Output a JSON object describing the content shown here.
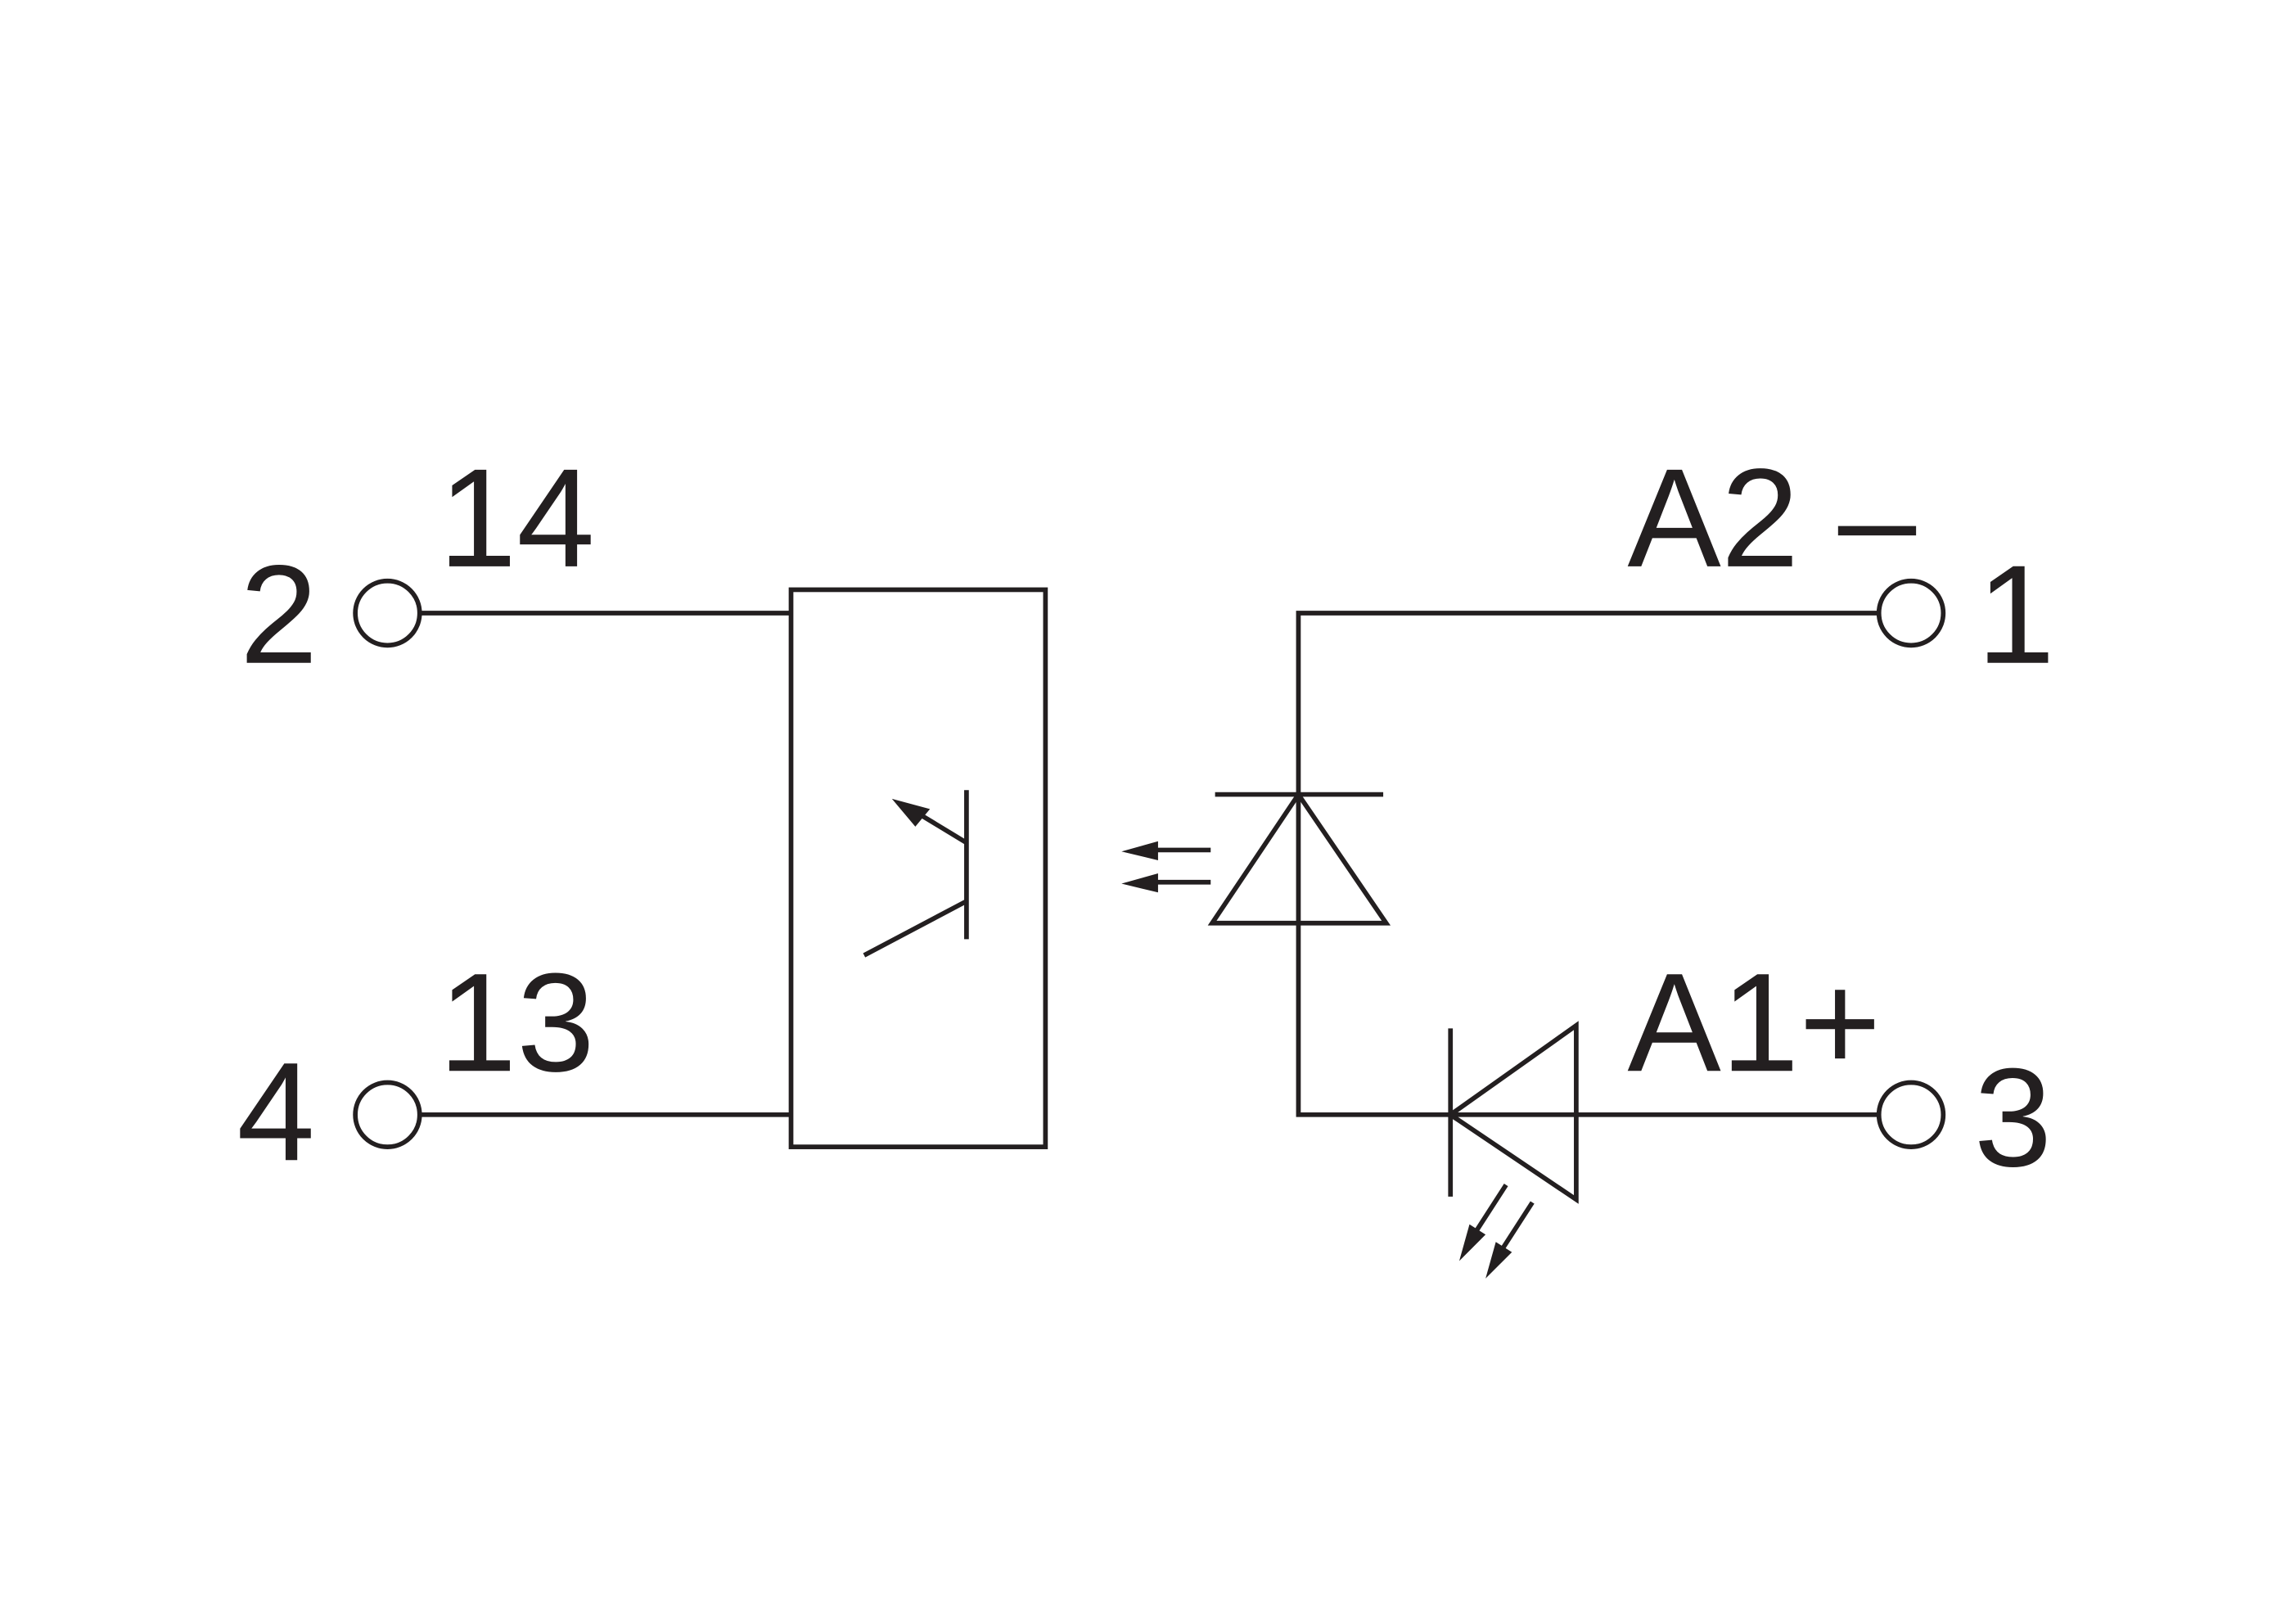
{
  "diagram": {
    "type": "optocoupler-relay schematic",
    "labels": {
      "terminal_2": "2",
      "terminal_4": "4",
      "terminal_1": "1",
      "terminal_3": "3",
      "contact_14": "14",
      "contact_13": "13",
      "coil_a2": "A2 –",
      "coil_a1": "A1+"
    },
    "colors": {
      "ink": "#231f20",
      "background": "#ffffff"
    }
  }
}
